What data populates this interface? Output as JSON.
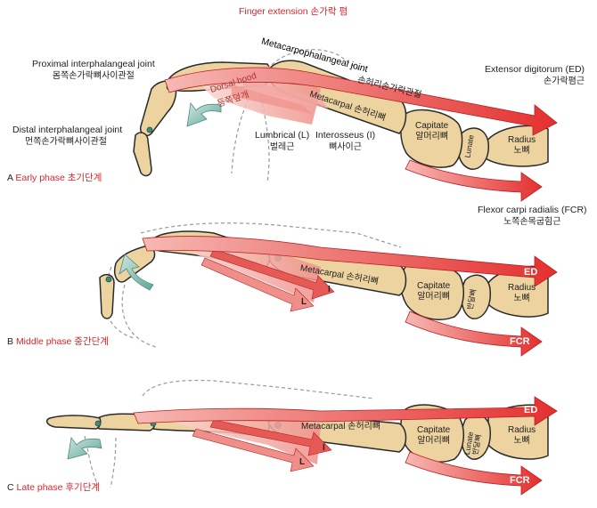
{
  "title": "Finger extension 손가락 폄",
  "labels": {
    "pip_joint": "Proximal interphalangeal joint",
    "pip_joint_ko": "몸쪽손가락뼈사이관절",
    "dip_joint": "Distal interphalangeal joint",
    "dip_joint_ko": "먼쪽손가락뼈사이관절",
    "mcp_joint": "Metacarpophalangeal joint",
    "mcp_joint_ko": "손허리손가락관절",
    "dorsal_hood": "Dorsal hood",
    "dorsal_hood_ko": "등쪽덮개",
    "lumbrical": "Lumbrical (L)",
    "lumbrical_ko": "벌레근",
    "interosseus": "Interosseus (I)",
    "interosseus_ko": "뼈사이근",
    "ed": "Extensor digitorum (ED)",
    "ed_ko": "손가락폄근",
    "fcr": "Flexor carpi radialis (FCR)",
    "fcr_ko": "노쪽손목굽힘근",
    "metacarpal": "Metacarpal 손허리뼈",
    "capitate": "Capitate",
    "capitate_ko": "알머리뼈",
    "lunate": "Lunate",
    "lunate_ko": "반달뼈",
    "radius": "Radius",
    "radius_ko": "노뼈",
    "ed_short": "ED",
    "fcr_short": "FCR",
    "l_short": "L",
    "i_short": "I"
  },
  "phases": [
    {
      "letter": "A",
      "name": "Early phase 초기단계"
    },
    {
      "letter": "B",
      "name": "Middle phase 중간단계"
    },
    {
      "letter": "C",
      "name": "Late phase 후기단계"
    }
  ],
  "colors": {
    "bone": "#ecd3a0",
    "bone_outline": "#2a2a2a",
    "tendon_red": "#e8393a",
    "tendon_pink": "#f3a7a4",
    "muscle_light": "#f7c9c3",
    "motion_arrow": "#8cc4b8",
    "label_red": "#d8262b"
  }
}
